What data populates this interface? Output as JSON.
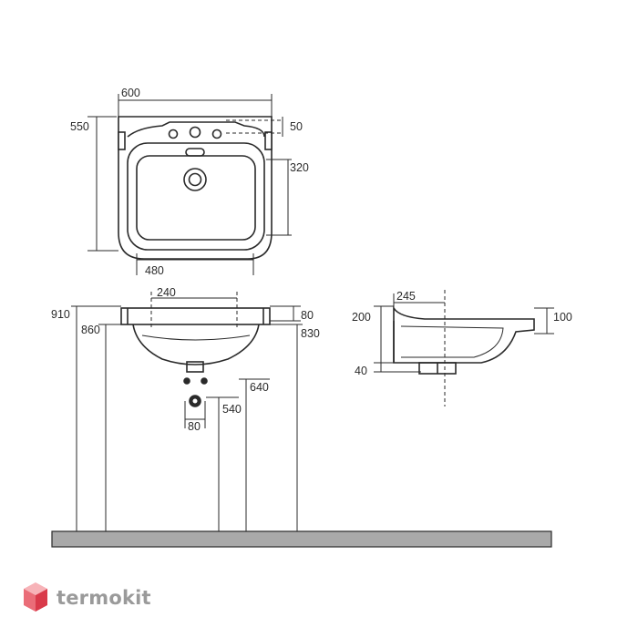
{
  "dimensions": {
    "top_width": "600",
    "top_depth": "550",
    "tap_offset": "50",
    "bowl_depth": "320",
    "bowl_width": "480",
    "overflow_spacing": "240",
    "height_total": "910",
    "height_rim_low": "860",
    "rim_thickness": "80",
    "height_rim": "830",
    "height_fixture": "640",
    "height_drain": "540",
    "drain_width": "80",
    "side_depth": "245",
    "side_height": "200",
    "side_rim": "100",
    "side_drain": "40"
  },
  "brand": {
    "name": "termokit",
    "colors": {
      "logo_light": "#f7b3b8",
      "logo_mid": "#ea6d78",
      "logo_dark": "#d93a4a",
      "text": "#9a9a9a"
    }
  },
  "colors": {
    "line": "#2a2a2a",
    "dashed": "#555555",
    "floor_fill": "#a9a9a9"
  }
}
